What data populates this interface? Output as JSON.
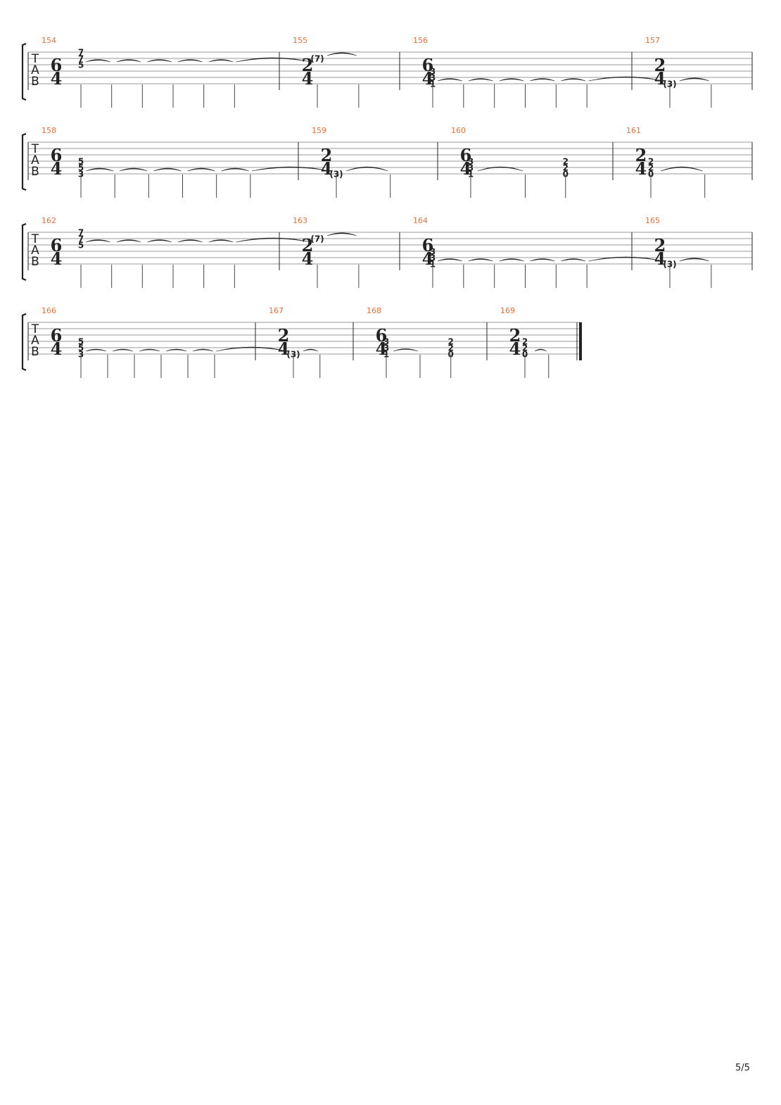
{
  "page": {
    "number": "5/5"
  },
  "tab_letters": [
    "T",
    "A",
    "B"
  ],
  "systems": [
    {
      "measures": [
        {
          "number": "154",
          "time": [
            "6",
            "4"
          ],
          "chord": [
            [
              "7",
              1
            ],
            [
              "7",
              2
            ],
            [
              "5",
              3
            ]
          ],
          "ties": 6,
          "ties_to_next": true
        },
        {
          "number": "155",
          "time": [
            "2",
            "4"
          ],
          "chord": [
            [
              "(7)",
              2
            ]
          ],
          "ties": 1
        },
        {
          "number": "156",
          "time": [
            "6",
            "4"
          ],
          "chord": [
            [
              "3",
              4
            ],
            [
              "3",
              5
            ],
            [
              "1",
              6
            ]
          ],
          "ties": 6,
          "ties_to_next": true
        },
        {
          "number": "157",
          "time": [
            "2",
            "4"
          ],
          "chord": [
            [
              "(3)",
              6
            ]
          ],
          "ties": 1
        }
      ]
    },
    {
      "measures": [
        {
          "number": "158",
          "time": [
            "6",
            "4"
          ],
          "chord": [
            [
              "5",
              4
            ],
            [
              "5",
              5
            ],
            [
              "3",
              6
            ]
          ],
          "ties": 6,
          "ties_to_next": true
        },
        {
          "number": "159",
          "time": [
            "2",
            "4"
          ],
          "chord": [
            [
              "(3)",
              6
            ]
          ],
          "ties": 1
        },
        {
          "number": "160",
          "time": [
            "6",
            "4"
          ],
          "chord": [
            [
              "3",
              4
            ],
            [
              "3",
              5
            ],
            [
              "1",
              6
            ]
          ],
          "ties": 1,
          "second_chord": [
            [
              "2",
              4
            ],
            [
              "2",
              5
            ],
            [
              "0",
              6
            ]
          ]
        },
        {
          "number": "161",
          "time": [
            "2",
            "4"
          ],
          "chord": [
            [
              "2",
              4
            ],
            [
              "2",
              5
            ],
            [
              "0",
              6
            ]
          ],
          "ties": 1
        }
      ]
    },
    {
      "measures": [
        {
          "number": "162",
          "time": [
            "6",
            "4"
          ],
          "chord": [
            [
              "7",
              1
            ],
            [
              "7",
              2
            ],
            [
              "5",
              3
            ]
          ],
          "ties": 6,
          "ties_to_next": true
        },
        {
          "number": "163",
          "time": [
            "2",
            "4"
          ],
          "chord": [
            [
              "(7)",
              2
            ]
          ],
          "ties": 1
        },
        {
          "number": "164",
          "time": [
            "6",
            "4"
          ],
          "chord": [
            [
              "3",
              4
            ],
            [
              "3",
              5
            ],
            [
              "1",
              6
            ]
          ],
          "ties": 6,
          "ties_to_next": true
        },
        {
          "number": "165",
          "time": [
            "2",
            "4"
          ],
          "chord": [
            [
              "(3)",
              6
            ]
          ],
          "ties": 1
        }
      ]
    },
    {
      "measures": [
        {
          "number": "166",
          "time": [
            "6",
            "4"
          ],
          "chord": [
            [
              "5",
              4
            ],
            [
              "5",
              5
            ],
            [
              "3",
              6
            ]
          ],
          "ties": 6,
          "ties_to_next": true
        },
        {
          "number": "167",
          "time": [
            "2",
            "4"
          ],
          "chord": [
            [
              "(3)",
              6
            ]
          ],
          "ties": 1
        },
        {
          "number": "168",
          "time": [
            "6",
            "4"
          ],
          "chord": [
            [
              "3",
              4
            ],
            [
              "3",
              5
            ],
            [
              "1",
              6
            ]
          ],
          "ties": 1,
          "second_chord": [
            [
              "2",
              4
            ],
            [
              "2",
              5
            ],
            [
              "0",
              6
            ]
          ]
        },
        {
          "number": "169",
          "time": [
            "2",
            "4"
          ],
          "chord": [
            [
              "2",
              4
            ],
            [
              "2",
              5
            ],
            [
              "0",
              6
            ]
          ],
          "ties": 1,
          "final": true
        }
      ]
    }
  ]
}
